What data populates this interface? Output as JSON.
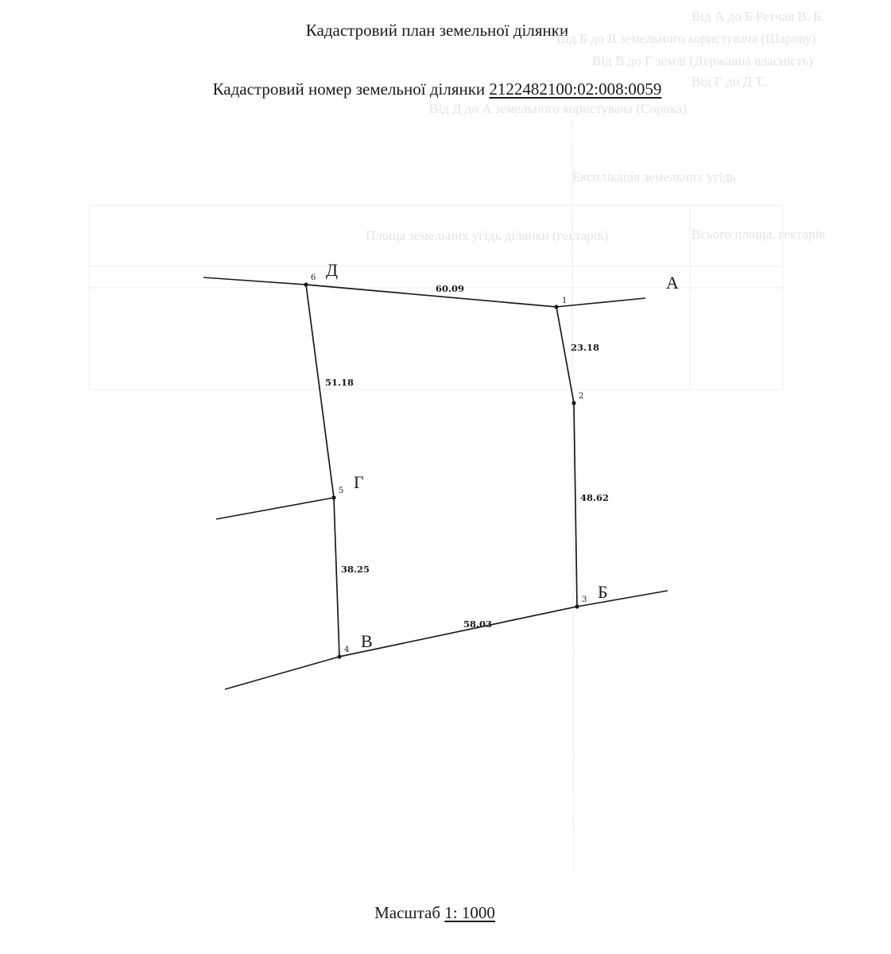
{
  "document": {
    "title": "Кадастровий план земельної ділянки",
    "cadastral_label": "Кадастровий номер земельної ділянки",
    "cadastral_number": "2122482100:02:008:0059",
    "scale_label": "Масштаб",
    "scale_value": "1: 1000"
  },
  "plan": {
    "points": [
      {
        "id": "1",
        "label": "1"
      },
      {
        "id": "2",
        "label": "2"
      },
      {
        "id": "3",
        "label": "3"
      },
      {
        "id": "4",
        "label": "4"
      },
      {
        "id": "5",
        "label": "5"
      },
      {
        "id": "6",
        "label": "6"
      }
    ],
    "edges": [
      {
        "from": "6",
        "to": "1",
        "length": "60.09"
      },
      {
        "from": "1",
        "to": "2",
        "length": "23.18"
      },
      {
        "from": "2",
        "to": "3",
        "length": "48.62"
      },
      {
        "from": "3",
        "to": "4",
        "length": "58.03"
      },
      {
        "from": "4",
        "to": "5",
        "length": "38.25"
      },
      {
        "from": "5",
        "to": "6",
        "length": "51.18"
      }
    ],
    "neighbors": [
      {
        "letter": "А",
        "near_point": "1"
      },
      {
        "letter": "Б",
        "near_point": "3"
      },
      {
        "letter": "В",
        "near_point": "4"
      },
      {
        "letter": "Г",
        "near_point": "5"
      },
      {
        "letter": "Д",
        "near_point": "6"
      }
    ]
  },
  "bleed_through": {
    "lines": [
      "Від А до Б Ретчав В. Б.",
      "Від Б до В земельного користувача (Шарову)",
      "Від В до Г землі (Державна власність)",
      "Від Г до Д Т...",
      "Від Д до А земельного користувача (Сорока)",
      "Експлікація земельних угідь",
      "Площа земельних угідь ділянки (гектарів)",
      "Всього площа, гектарів"
    ]
  }
}
